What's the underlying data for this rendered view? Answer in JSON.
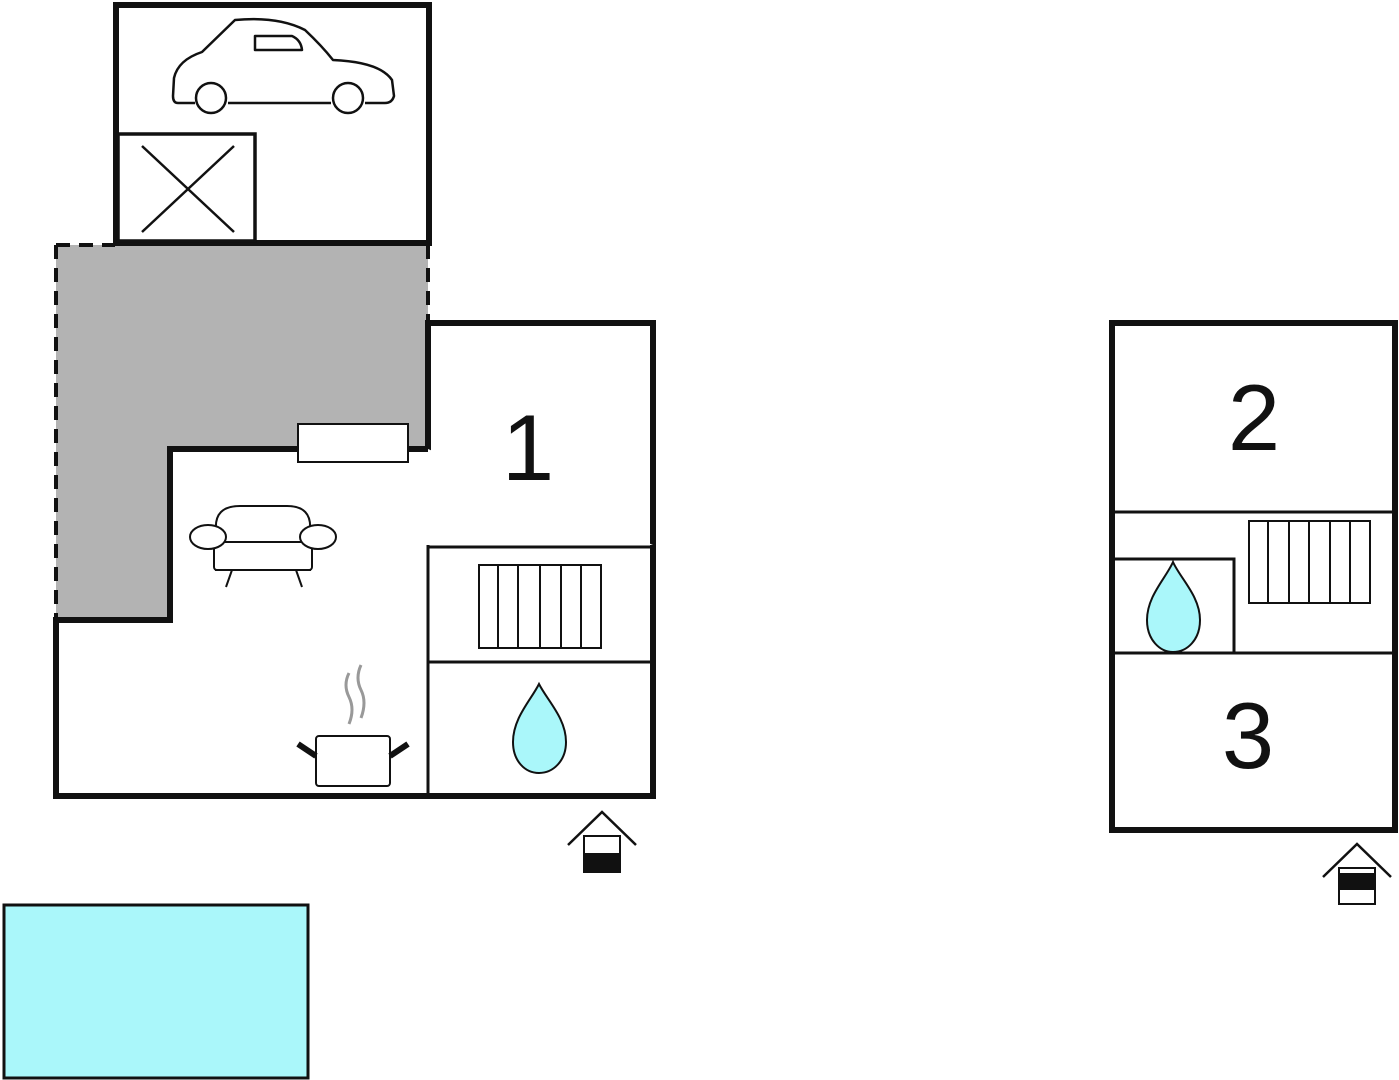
{
  "rooms": [
    {
      "label": "1"
    },
    {
      "label": "2"
    },
    {
      "label": "3"
    }
  ],
  "colors": {
    "wall": "#111111",
    "terrace": "#b3b3b3",
    "pool": "#aaf7fa",
    "water": "#aaf7fa",
    "steam": "#999999"
  },
  "icons": {
    "car": "car-icon",
    "storage": "storage-cross-icon",
    "sofa": "sofa-icon",
    "cooking_pot": "cooking-pot-icon",
    "stairs": "stairs-icon",
    "bathroom": "water-drop-icon",
    "entrance": "entrance-icon"
  }
}
